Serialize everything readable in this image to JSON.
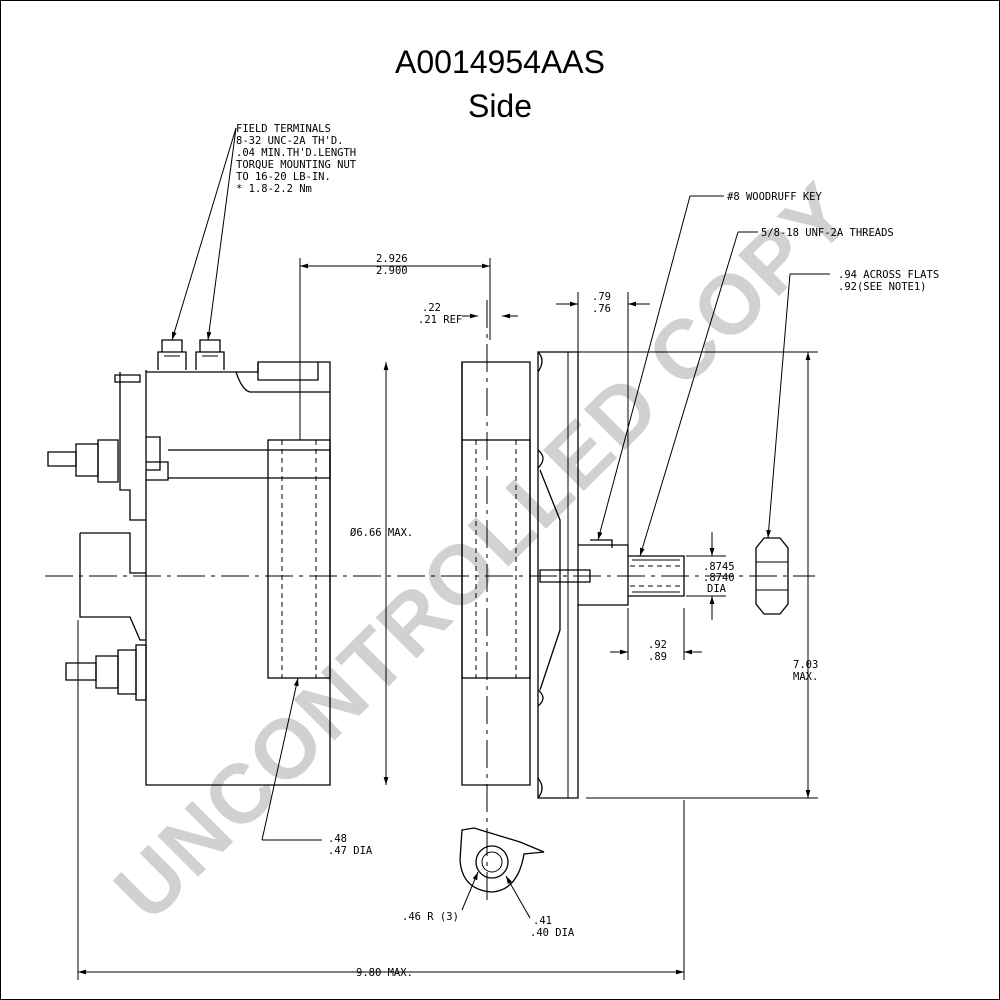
{
  "title": {
    "part_number": "A0014954AAS",
    "view": "Side"
  },
  "watermark": "UNCONTROLLED COPY",
  "callouts": {
    "field_terminals": [
      "FIELD TERMINALS",
      "8-32 UNC-2A TH'D.",
      ".04 MIN.TH'D.LENGTH",
      "TORQUE MOUNTING NUT",
      "TO 16-20 LB-IN.",
      "* 1.8-2.2 Nm"
    ],
    "woodruff_key": "#8 WOODRUFF KEY",
    "threads": "5/8-18 UNF-2A THREADS",
    "across_flats": [
      ".94 ACROSS FLATS",
      ".92(SEE NOTE1)"
    ]
  },
  "dimensions": {
    "mount_spacing": [
      "2.926",
      "2.900"
    ],
    "ref": [
      ".22",
      ".21 REF"
    ],
    "hub": [
      ".79",
      ".76"
    ],
    "diameter": "Ø6.66 MAX.",
    "shaft_dia": [
      ".8745",
      ".8740",
      "DIA"
    ],
    "shaft_len": [
      ".92",
      ".89"
    ],
    "height": [
      "7.03",
      "MAX."
    ],
    "hole_dia": [
      ".48",
      ".47 DIA"
    ],
    "radius": ".46 R (3)",
    "ear_dia": [
      ".41",
      ".40 DIA"
    ],
    "overall": "9.80 MAX."
  },
  "colors": {
    "line": "#000000",
    "watermark": "#c9c9c9"
  }
}
